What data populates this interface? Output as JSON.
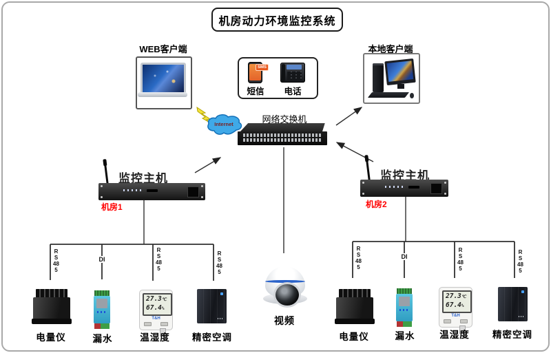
{
  "page": {
    "title": "机房动力环境监控系统"
  },
  "nodes": {
    "web_client": {
      "label": "WEB客户端"
    },
    "alert": {
      "sms_label": "短信",
      "phone_label": "电话",
      "sms_badge": "SMS"
    },
    "local_client": {
      "label": "本地客户端"
    },
    "internet": {
      "label": "Internet"
    },
    "switch": {
      "label": "网络交换机"
    },
    "host_left": {
      "label": "监控主机",
      "room": "机房1"
    },
    "host_right": {
      "label": "监控主机",
      "room": "机房2"
    },
    "camera": {
      "label": "视频"
    }
  },
  "left_devices": [
    {
      "label": "电量仪",
      "bus": "RS485"
    },
    {
      "label": "漏水",
      "bus": "DI"
    },
    {
      "label": "温湿度",
      "bus": "RS485"
    },
    {
      "label": "精密空调",
      "bus": "RS485"
    }
  ],
  "right_devices": [
    {
      "label": "电量仪",
      "bus": "RS485"
    },
    {
      "label": "漏水",
      "bus": "DI"
    },
    {
      "label": "温湿度",
      "bus": "RS485"
    },
    {
      "label": "精密空调",
      "bus": "RS485"
    }
  ],
  "sensor_lcd": {
    "temp": "27.3",
    "temp_unit": "℃",
    "hum": "67.4",
    "hum_unit": "%",
    "brand": "T&H"
  },
  "colors": {
    "room_label": "#ff0000",
    "cloud": "#3fa9e8",
    "lightning": "#f2e23a",
    "line": "#2f2f2f"
  }
}
